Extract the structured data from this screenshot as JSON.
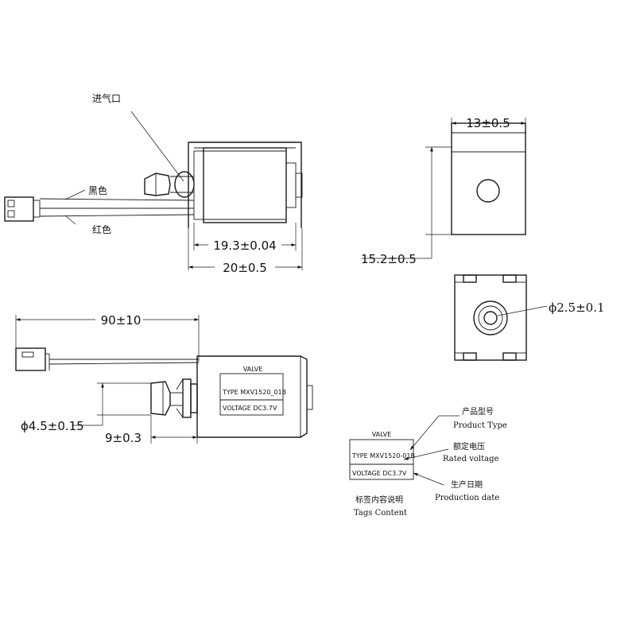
{
  "annotations": {
    "inlet": "进气口",
    "black_wire": "黑色",
    "red_wire": "红色",
    "tag_product_type_cn": "产品型号",
    "tag_product_type_en": "Product Type",
    "tag_rated_voltage_cn": "额定电压",
    "tag_rated_voltage_en": "Rated voltage",
    "tag_production_date_cn": "生产日期",
    "tag_production_date_en": "Production date",
    "tag_content_cn": "标签内容说明",
    "tag_content_en": "Tags Content"
  },
  "dimensions": {
    "inner_length": "19.3±0.04",
    "total_length": "20±0.5",
    "width": "13±0.5",
    "height": "15.2±0.5",
    "port_diameter": "ϕ2.5±0.1",
    "wire_length": "90±10",
    "nozzle_diameter": "ϕ4.5±0.15",
    "nozzle_length": "9±0.3"
  },
  "label_main": {
    "title": "VALVE",
    "type": "TYPE MXV1520_01B",
    "voltage": "VOLTAGE DC3.7V"
  },
  "label_detail": {
    "title": "VALVE",
    "type": "TYPE MXV1520-01B",
    "voltage": "VOLTAGE DC3.7V"
  }
}
